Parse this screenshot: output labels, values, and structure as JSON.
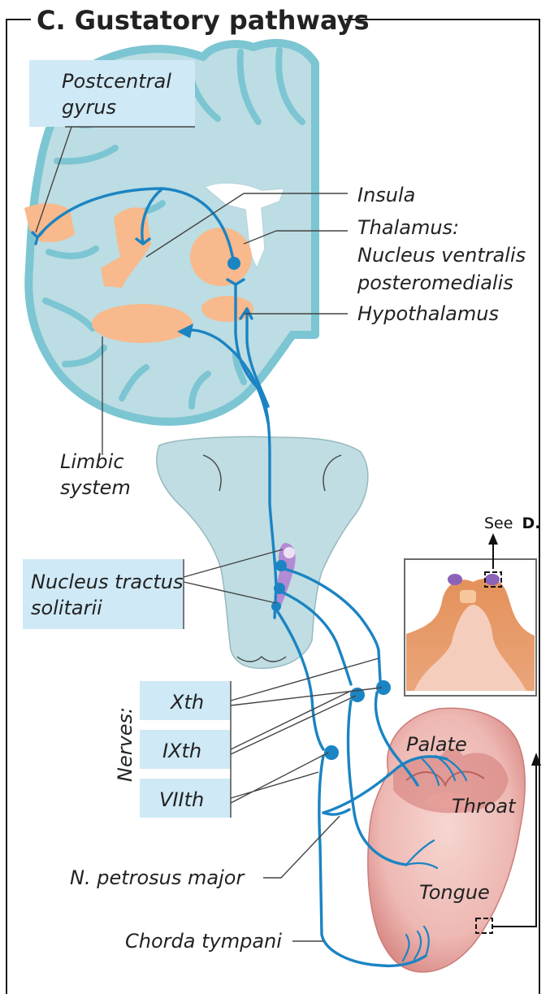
{
  "title": "C. Gustatory pathways",
  "labels": {
    "postcentral_gyrus": [
      "Postcentral",
      "gyrus"
    ],
    "insula": "Insula",
    "thalamus": [
      "Thalamus:",
      "Nucleus ventralis",
      "posteromedialis"
    ],
    "hypothalamus": "Hypothalamus",
    "limbic_system": [
      "Limbic",
      "system"
    ],
    "nucleus_tractus_solitarii": [
      "Nucleus tractus",
      "solitarii"
    ],
    "nerves_heading": "Nerves:",
    "nerve_x": "Xth",
    "nerve_ix": "IXth",
    "nerve_vii": "VIIth",
    "palate": "Palate",
    "throat": "Throat",
    "tongue": "Tongue",
    "n_petrosus_major": "N. petrosus major",
    "chorda_tympani": "Chorda tympani",
    "see_d_prefix": "See",
    "see_d_bold": "D."
  },
  "colors": {
    "nerve": "#1b84c3",
    "brain_outline": "#7cc5d3",
    "brain_fill": "#bcdde3",
    "region_highlight": "#f8b98c",
    "label_box": "#cfe9f6",
    "nucleus": "#b07bd1",
    "taste_bud": "#8a63b8",
    "tongue": "#f1c4c0"
  }
}
